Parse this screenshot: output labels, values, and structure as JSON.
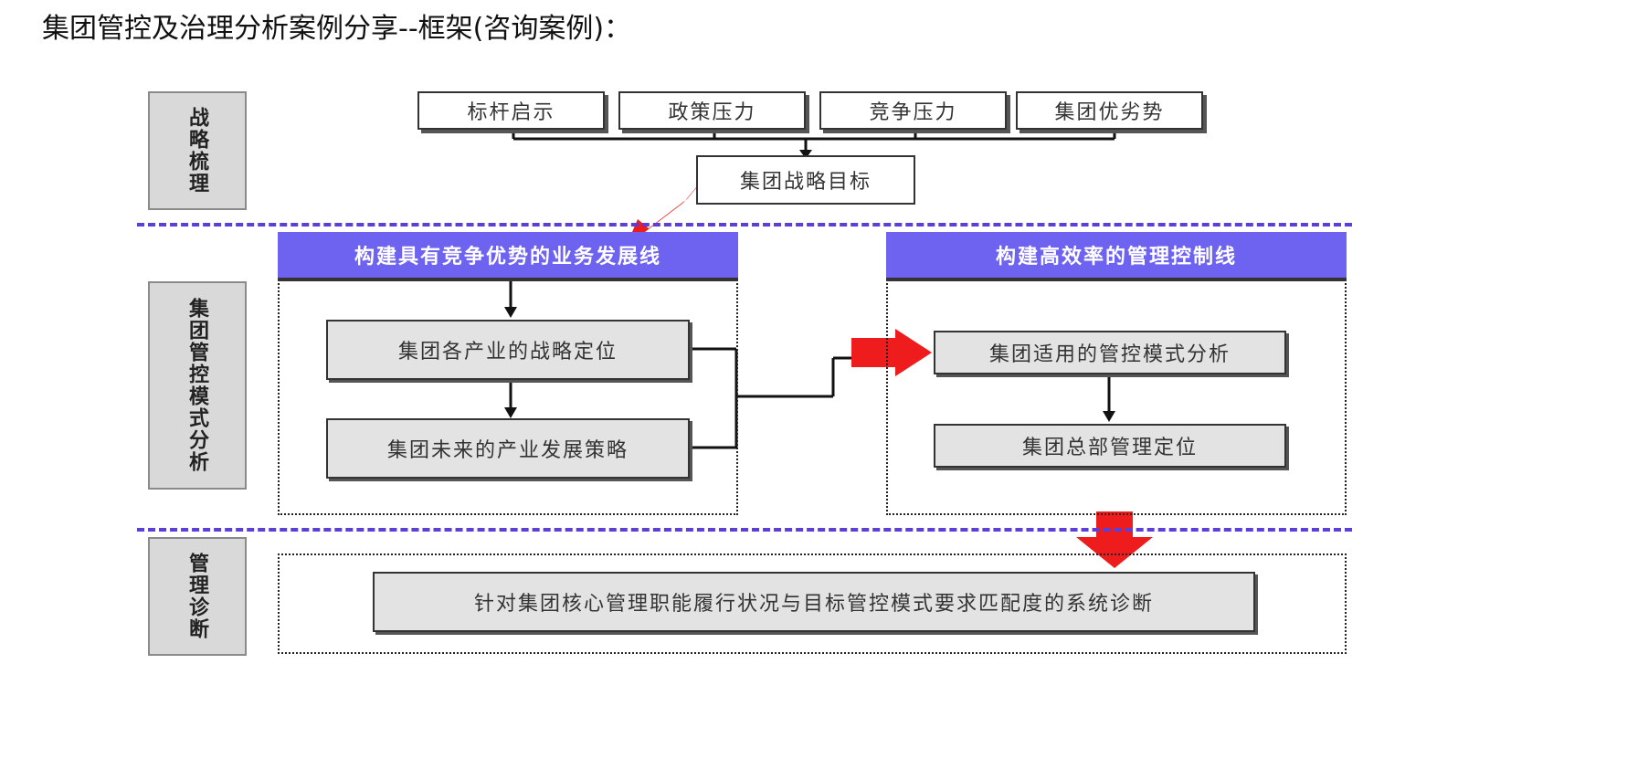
{
  "page": {
    "title": "集团管控及治理分析案例分享--框架(咨询案例)："
  },
  "sections": {
    "strategy_label": "战略梳理",
    "model_label": "集团管控模式分析",
    "diagnosis_label": "管理诊断"
  },
  "strategy": {
    "inputs": [
      "标杆启示",
      "政策压力",
      "竞争压力",
      "集团优劣势"
    ],
    "goal": "集团战略目标"
  },
  "business_line": {
    "header": "构建具有竞争优势的业务发展线",
    "step1": "集团各产业的战略定位",
    "step2": "集团未来的产业发展策略"
  },
  "control_line": {
    "header": "构建高效率的管理控制线",
    "step1": "集团适用的管控模式分析",
    "step2": "集团总部管理定位"
  },
  "diagnosis": {
    "box": "针对集团核心管理职能履行状况与目标管控模式要求匹配度的系统诊断"
  },
  "colors": {
    "header_fill": "#6e63f0",
    "separator": "#5b3fd6",
    "arrow_red": "#ee1c1c",
    "label_grey": "#d9d9d9",
    "box_grey": "#e3e3e3"
  }
}
